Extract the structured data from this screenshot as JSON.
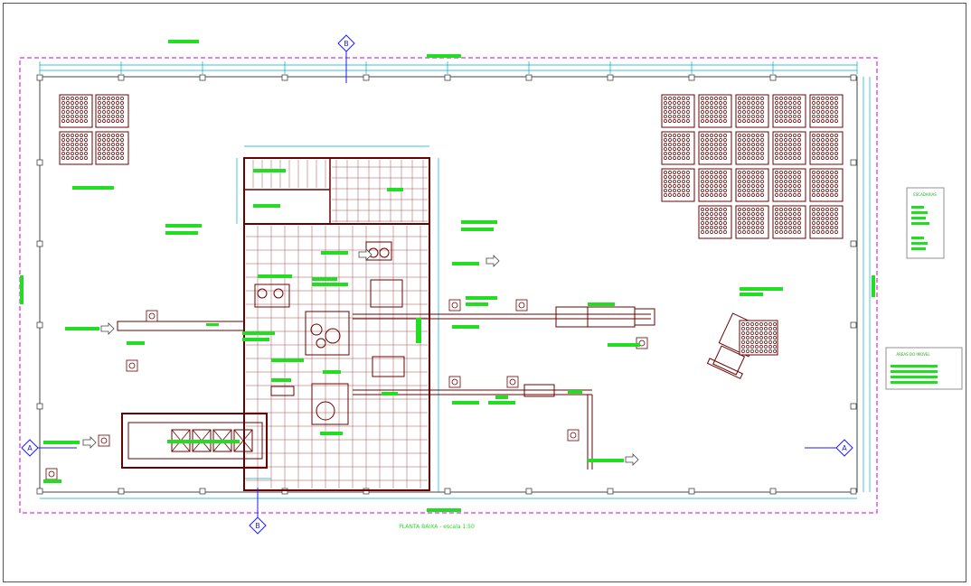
{
  "drawing": {
    "title": "PLANTA BAIXA - escala 1:50",
    "section_markers": [
      {
        "id": "top-b",
        "letter": "B"
      },
      {
        "id": "bottom-b",
        "letter": "B"
      },
      {
        "id": "left-a",
        "letter": "A"
      },
      {
        "id": "right-a",
        "letter": "A"
      }
    ],
    "panels": {
      "right_top_title": "ESCADARIAS",
      "right_bottom_title": "AREAS DO IMOVEL"
    },
    "colors": {
      "wall": "#6b0000",
      "grid": "#a05050",
      "dimension": "#00aacc",
      "label": "#22dd22",
      "boundary": "#d400d4",
      "axis": "#1a1aff",
      "frame": "#555555"
    }
  }
}
